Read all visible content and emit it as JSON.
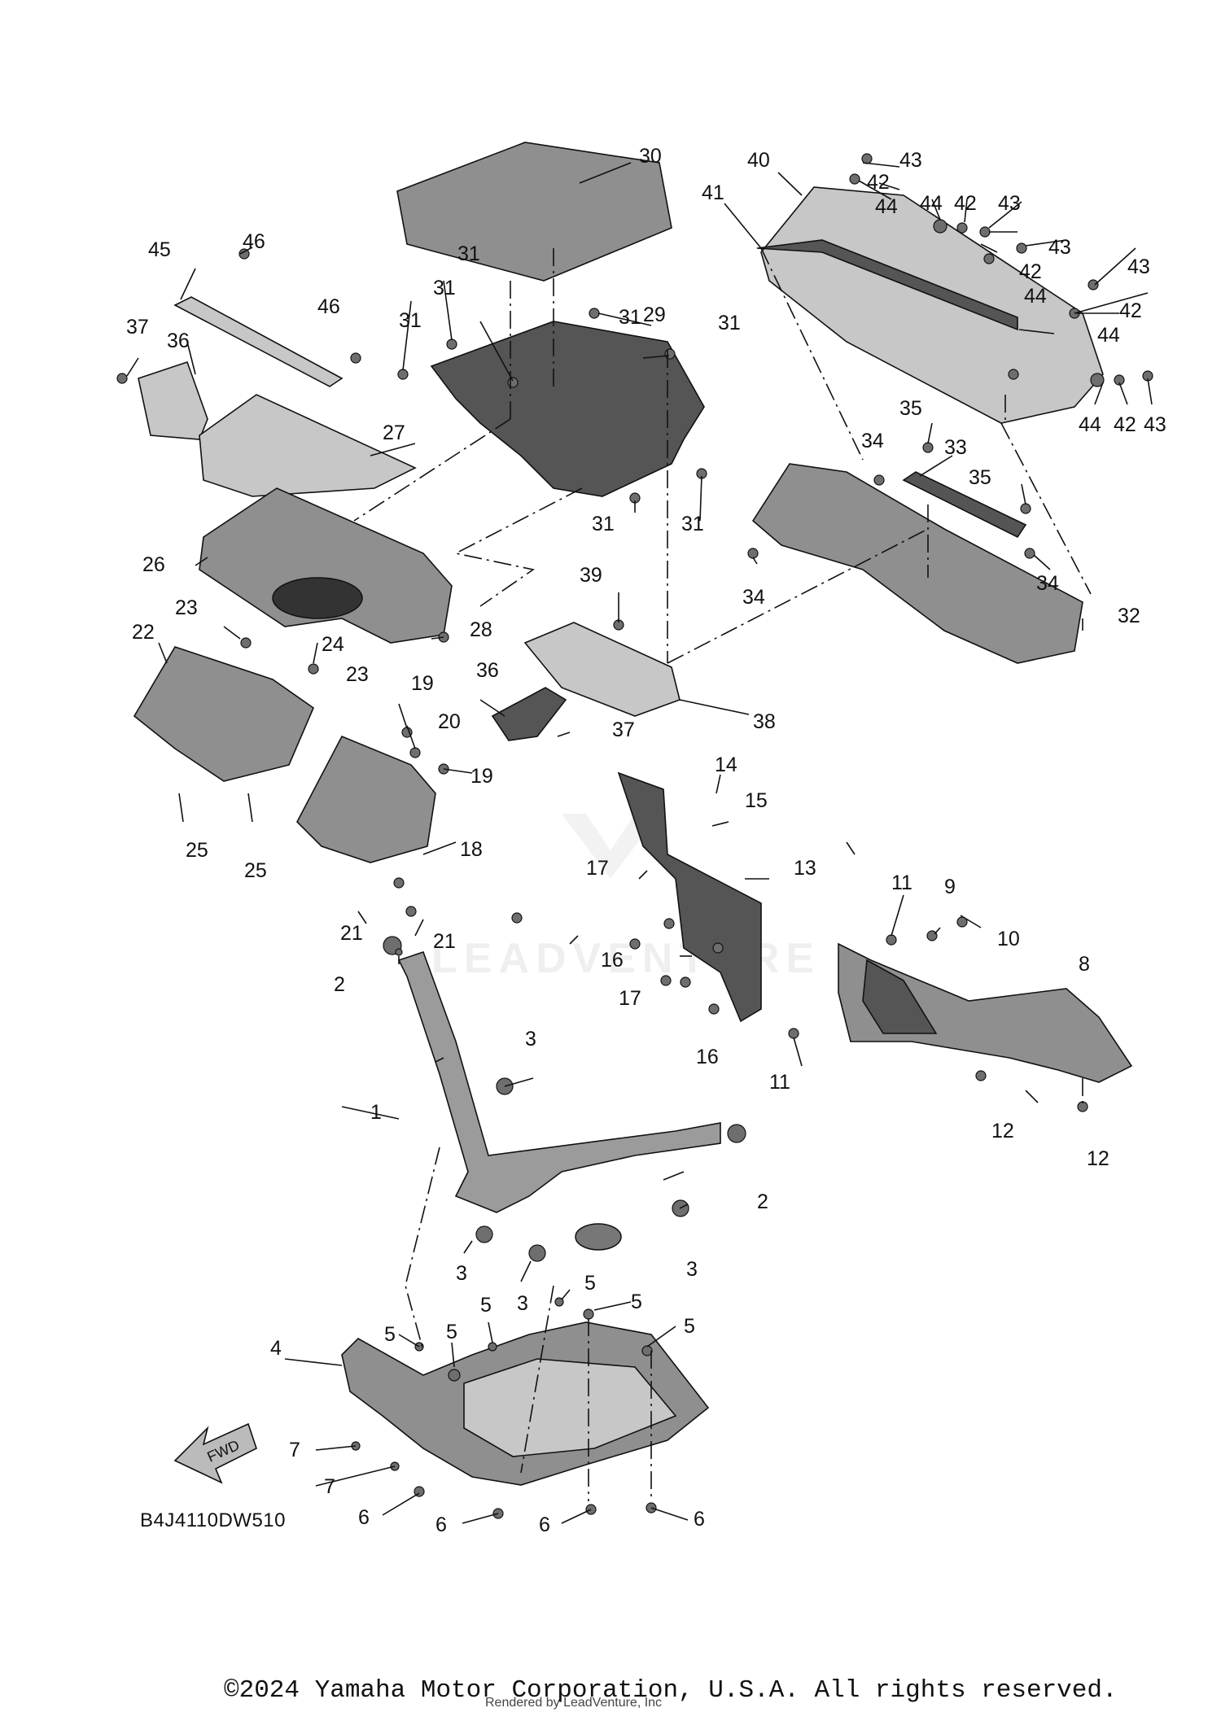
{
  "diagram": {
    "diagram_code": "B4J4110DW510",
    "fwd_label": "FWD",
    "copyright": "©2024 Yamaha Motor Corporation, U.S.A. All rights reserved.",
    "rendered_by": "Rendered by LeadVenture, Inc",
    "watermark": "LEADVENTURE",
    "callouts": [
      {
        "n": "30"
      },
      {
        "n": "40"
      },
      {
        "n": "43"
      },
      {
        "n": "42"
      },
      {
        "n": "41"
      },
      {
        "n": "44"
      },
      {
        "n": "44"
      },
      {
        "n": "42"
      },
      {
        "n": "43"
      },
      {
        "n": "43"
      },
      {
        "n": "42"
      },
      {
        "n": "44"
      },
      {
        "n": "43"
      },
      {
        "n": "42"
      },
      {
        "n": "44"
      },
      {
        "n": "44"
      },
      {
        "n": "42"
      },
      {
        "n": "43"
      },
      {
        "n": "45"
      },
      {
        "n": "46"
      },
      {
        "n": "31"
      },
      {
        "n": "31"
      },
      {
        "n": "31"
      },
      {
        "n": "29"
      },
      {
        "n": "31"
      },
      {
        "n": "46"
      },
      {
        "n": "37"
      },
      {
        "n": "36"
      },
      {
        "n": "31"
      },
      {
        "n": "27"
      },
      {
        "n": "35"
      },
      {
        "n": "34"
      },
      {
        "n": "33"
      },
      {
        "n": "35"
      },
      {
        "n": "31"
      },
      {
        "n": "31"
      },
      {
        "n": "26"
      },
      {
        "n": "34"
      },
      {
        "n": "34"
      },
      {
        "n": "32"
      },
      {
        "n": "39"
      },
      {
        "n": "22"
      },
      {
        "n": "23"
      },
      {
        "n": "24"
      },
      {
        "n": "23"
      },
      {
        "n": "28"
      },
      {
        "n": "36"
      },
      {
        "n": "19"
      },
      {
        "n": "20"
      },
      {
        "n": "19"
      },
      {
        "n": "38"
      },
      {
        "n": "37"
      },
      {
        "n": "25"
      },
      {
        "n": "25"
      },
      {
        "n": "18"
      },
      {
        "n": "14"
      },
      {
        "n": "15"
      },
      {
        "n": "17"
      },
      {
        "n": "13"
      },
      {
        "n": "11"
      },
      {
        "n": "9"
      },
      {
        "n": "10"
      },
      {
        "n": "21"
      },
      {
        "n": "21"
      },
      {
        "n": "16"
      },
      {
        "n": "8"
      },
      {
        "n": "2"
      },
      {
        "n": "17"
      },
      {
        "n": "16"
      },
      {
        "n": "11"
      },
      {
        "n": "3"
      },
      {
        "n": "1"
      },
      {
        "n": "12"
      },
      {
        "n": "12"
      },
      {
        "n": "2"
      },
      {
        "n": "3"
      },
      {
        "n": "3"
      },
      {
        "n": "3"
      },
      {
        "n": "5"
      },
      {
        "n": "5"
      },
      {
        "n": "5"
      },
      {
        "n": "5"
      },
      {
        "n": "5"
      },
      {
        "n": "5"
      },
      {
        "n": "4"
      },
      {
        "n": "7"
      },
      {
        "n": "7"
      },
      {
        "n": "6"
      },
      {
        "n": "6"
      },
      {
        "n": "6"
      },
      {
        "n": "6"
      }
    ]
  }
}
